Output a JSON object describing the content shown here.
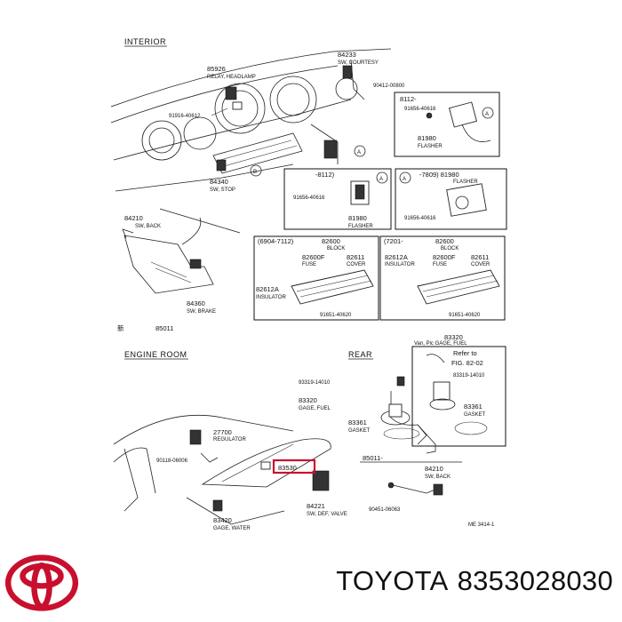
{
  "sections": {
    "interior": "INTERIOR",
    "engine_room": "ENGINE ROOM",
    "rear": "REAR"
  },
  "labels": {
    "p84233": "84233",
    "p84233_sub": "SW, COURTESY",
    "p90412": "90412-00800",
    "p85926": "85926",
    "p85926_sub": "RELAY, HEADLAMP",
    "p91916": "91916-40612",
    "p84340": "84340",
    "p84340_sub": "SW, STOP",
    "p84210": "84210",
    "p84210_sub": "SW, BACK",
    "p84360": "84360",
    "p84360_sub": "SW, BRAKE",
    "p85011": "85011",
    "shin": "新",
    "boxA1_head": "8112-",
    "boxA1_p1": "91656-40616",
    "boxA1_p2": "81980",
    "boxA1_p2sub": "FLASHER",
    "boxA2_head": "-8112)",
    "boxA2_p1": "91656-40616",
    "boxA2_p2": "81980",
    "boxA2_p2sub": "FLASHER",
    "boxA3_head": "-7809) 81980",
    "boxA3_sub": "FLASHER",
    "boxA3_p1": "91656-40616",
    "box4_head": "(6904-7112)",
    "box4_h2": "82600",
    "box4_h2sub": "BLOCK",
    "box4_p1": "82600F",
    "box4_p1sub": "FUSE",
    "box4_p2": "82611",
    "box4_p2sub": "COVER",
    "box4_p3": "82612A",
    "box4_p3sub": "INSULATOR",
    "box4_p4": "91651-40620",
    "box5_head": "(7201-",
    "box5_h2": "82600",
    "box5_h2sub": "BLOCK",
    "box5_p1": "82612A",
    "box5_p1sub": "INSULATOR",
    "box5_p2": "82600F",
    "box5_p2sub": "FUSE",
    "box5_p3": "82611",
    "box5_p3sub": "COVER",
    "box5_p4": "91651-40620",
    "p83320_top": "83320",
    "gage_fuel_top": "Van, Pic GAGE, FUEL",
    "refer_to": "Refer to",
    "fig": "FIG. 82-02",
    "p83319_r": "83319-14010",
    "p93319": "93319-14010",
    "p83320": "83320",
    "p83320_sub": "GAGE, FUEL",
    "p83361": "83361",
    "p83361_sub": "GASKET",
    "p83361_r": "83361",
    "p83361_rsub": "GASKET",
    "p27700": "27700",
    "p27700_sub": "REGULATOR",
    "p90118": "90118-06006",
    "p83530": "83530",
    "p85011b": "85011-",
    "p84210b": "84210",
    "p84210b_sub": "SW, BACK",
    "p84221": "84221",
    "p84221_sub": "SW, DEF, VALVE",
    "p90451": "90451-06063",
    "p83420": "83420",
    "p83420_sub": "GAGE, WATER",
    "ref_code": "ME 3414-1",
    "circleA": "A",
    "circleB": "B"
  },
  "caption": {
    "brand": "TOYOTA",
    "part_number": "8353028030"
  },
  "colors": {
    "highlight": "#c8102e",
    "logo": "#c8102e",
    "ink": "#111111"
  }
}
